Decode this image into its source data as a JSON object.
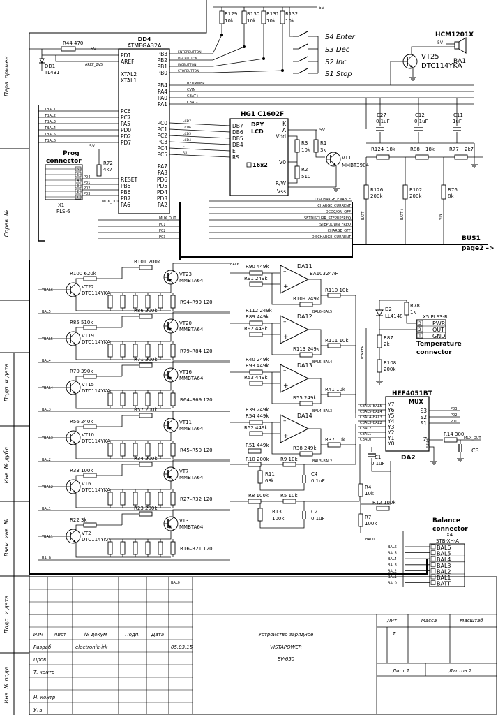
{
  "supply": "5V",
  "mcu": {
    "ref": "DD4",
    "part": "ATMEGA32A",
    "left_pins": [
      "PD1",
      "AREF",
      "XTAL2",
      "XTAL1",
      "PC6",
      "PC7",
      "PA5",
      "PD0",
      "PD2",
      "PD7",
      "RESET",
      "PB5",
      "PB6",
      "PB7",
      "PA6"
    ],
    "right_pins": [
      "PB3",
      "PB2",
      "PB1",
      "PB0",
      "PB4",
      "PA4",
      "PA0",
      "PA1",
      "PC0",
      "PC1",
      "PC2",
      "PC3",
      "PC4",
      "PC5",
      "PA7",
      "PA3",
      "PD6",
      "PD5",
      "PD4",
      "PD3",
      "PA2"
    ]
  },
  "shunt": {
    "resistor": "R44 470",
    "ref": "DD1",
    "part": "TL431",
    "net": "AREF_2V5"
  },
  "buttons": {
    "nets": [
      "ENTERBUTTON",
      "DECBUTTON",
      "INCBUTTON",
      "STOPBUTTON"
    ],
    "pullups": [
      "R129",
      "R130",
      "R131",
      "R132"
    ],
    "pullup_value": "10k",
    "labels": [
      "S4  Enter",
      "S3  Dec",
      "S2  Inc",
      "S1  Stop"
    ]
  },
  "buzzer": {
    "ref": "HCM1201X",
    "label": "BA1",
    "transistor": "VT25",
    "part": "DTC114YKA"
  },
  "mcu_right_nets": [
    "BZUMMER",
    "CVIN",
    "CBAT+",
    "CBAT–"
  ],
  "lcd_nets": [
    "LCD7",
    "LCD6",
    "LCD5",
    "LCD4",
    "E",
    "RS"
  ],
  "bal_nets": [
    "TBAL1",
    "TBAL2",
    "TBAL3",
    "TBAL4",
    "TBAL5",
    "TBAL6"
  ],
  "prog": {
    "title_line1": "Prog",
    "title_line2": "connector",
    "pins": [
      "6",
      "5",
      "4",
      "3",
      "2",
      "1"
    ],
    "nets": [
      "P04",
      "P01",
      "P02",
      "P03"
    ],
    "ref": "X1",
    "part": "PLS-6",
    "mux_net": "MUX_OUT",
    "r72": "R72",
    "r72_value": "4k7"
  },
  "lcd": {
    "ref": "HG1",
    "part": "C1602F",
    "dpy": "DPY",
    "lcd": "LCD",
    "size": "16x2",
    "left_pins": [
      "DB7",
      "DB6",
      "DB5",
      "DB4",
      "E",
      "RS"
    ],
    "right_pins": [
      "K",
      "A",
      "Vdd",
      "V0",
      "R/W",
      "Vss"
    ]
  },
  "lcd_bias": {
    "r3": "R3",
    "r3_value": "10k",
    "r1": "R1",
    "r1_value": "3k",
    "r2": "R2",
    "r2_value": "510",
    "vt": "VT1",
    "vt_part": "MMBT3904"
  },
  "caps_top": [
    {
      "ref": "C27",
      "value": "0.1uF"
    },
    {
      "ref": "C12",
      "value": "0.1uF"
    },
    {
      "ref": "C11",
      "value": "1uF"
    }
  ],
  "res_top": [
    {
      "ref": "R124",
      "value": "18k"
    },
    {
      "ref": "R88",
      "value": "18k"
    },
    {
      "ref": "R77",
      "value": "2k7"
    }
  ],
  "res_bottom": [
    {
      "ref": "R126",
      "value": "200k"
    },
    {
      "ref": "R102",
      "value": "200k"
    },
    {
      "ref": "R76",
      "value": "8k"
    }
  ],
  "bat_nets": [
    "BATT–",
    "BATT+",
    "VIN"
  ],
  "control_nets": [
    "DISCHARGE_ENABLE",
    "CHARGE_CURRENT",
    "DCDC/ON_OFF",
    "SETDISCURR_STEPUPFREQ",
    "STEPDOWN_FREQ",
    "CHARGE_OFF",
    "DISCHARGE_CURRENT"
  ],
  "mux_bus": [
    "MUX_OUT",
    "P01",
    "P02",
    "P03"
  ],
  "bus": {
    "label": "BUS1",
    "page": "page2 –>"
  },
  "cells": [
    {
      "vt_npn": "VT22",
      "vt_pnp": "VT23",
      "rb": "R100 620k",
      "rc": "R101 200k",
      "rbank": "R94–R99 120",
      "tbal": "TBAL6",
      "bal": "BAL6",
      "bal_below": "BAL5"
    },
    {
      "vt_npn": "VT19",
      "vt_pnp": "VT20",
      "rb": "R85 510k",
      "rc": "R86 200k",
      "rbank": "R79–R84 120",
      "tbal": "TBAL5",
      "bal": "BAL5",
      "bal_below": "BAL4"
    },
    {
      "vt_npn": "VT15",
      "vt_pnp": "VT16",
      "rb": "R70 390k",
      "rc": "R71 200k",
      "rbank": "R64–R69 120",
      "tbal": "TBAL4",
      "bal": "BAL4",
      "bal_below": "BAL3"
    },
    {
      "vt_npn": "VT10",
      "vt_pnp": "VT11",
      "rb": "R56 240k",
      "rc": "R57 200k",
      "rbank": "R45–R50 120",
      "tbal": "TBAL3",
      "bal": "BAL3",
      "bal_below": "BAL2"
    },
    {
      "vt_npn": "VT6",
      "vt_pnp": "VT7",
      "rb": "R33 100k",
      "rc": "R34 200k",
      "rbank": "R27–R32 120",
      "tbal": "TBAL2",
      "bal": "BAL2",
      "bal_below": "BAL1"
    },
    {
      "vt_npn": "VT2",
      "vt_pnp": "VT3",
      "rb": "R22 3k",
      "rc": "R23 200k",
      "rbank": "R16–R21 120",
      "tbal": "TBAL1",
      "bal": "BAL1",
      "bal_below": "BAL0"
    }
  ],
  "npn_part": "DTC114YKA",
  "pnp_part": "MMBTA64",
  "opamps": [
    {
      "ref": "DA11",
      "part": "BA10324AF",
      "r_in1": "R90 449k",
      "r_in2": "R91 249k",
      "r_fb": "R110 10k",
      "r_gain": "R109 249k",
      "out": "BAL6–BAL5"
    },
    {
      "ref": "DA12",
      "part": "",
      "r_in1": "R89 449k",
      "r_in2": "R92 449k",
      "r_fb": "R111 10k",
      "r_gain": "R113 249k",
      "out": "BAL5–BAL4",
      "r_in3": "R112 249k"
    },
    {
      "ref": "DA13",
      "part": "",
      "r_in1": "R93 449k",
      "r_in2": "R53 449k",
      "r_fb": "R41 10k",
      "r_gain": "R55 249k",
      "out": "BAL4–BAL3",
      "r_in3": "R40 249k"
    },
    {
      "ref": "DA14",
      "part": "",
      "r_in1": "R54 449k",
      "r_in2": "R52 449k",
      "r_fb": "R37 10k",
      "r_gain": "R38 249k",
      "out": "BAL3–BAL2",
      "r_in3": "R39 249k"
    }
  ],
  "low_cells": {
    "r51": "R51 449k",
    "r10": "R10 200k",
    "r9": "R9 10k",
    "r11": "R11",
    "r11_value": "68k",
    "c4": "C4",
    "c4_value": "0.1uF",
    "r8": "R8 100k",
    "r5": "R5 10k",
    "r13": "R13",
    "r13_value": "100k",
    "c2": "C2",
    "c2_value": "0.1uF"
  },
  "temp": {
    "d2": "D2",
    "d2_part": "LL4148",
    "r78": "R78",
    "r78_value": "1k",
    "x5": "X5",
    "x5_part": "PLS3-R",
    "pins": [
      "3",
      "2",
      "1"
    ],
    "pin_names": [
      "PWR",
      "OUT",
      "GND"
    ],
    "title1": "Temperature",
    "title2": "connector",
    "r87": "R87",
    "r87_value": "2k",
    "r108": "R108",
    "r108_value": "200k",
    "net": "TEMPER"
  },
  "mux": {
    "ref": "HEF4051BT",
    "title": "MUX",
    "da": "DA2",
    "in_pins": [
      "Y7",
      "Y6",
      "Y5",
      "Y4",
      "Y3",
      "Y2",
      "Y1",
      "Y0"
    ],
    "in_nets": [
      "CBAL6–BAL5",
      "CBAL5–BAL4",
      "CBAL4–BAL3",
      "CBAL3–BAL2",
      "CBAL2",
      "CBAL1",
      "CBAL0"
    ],
    "sel_pins": [
      "S3",
      "S2",
      "S1"
    ],
    "sel_nets": [
      "P03",
      "P02",
      "P01"
    ],
    "out_pin": "Z",
    "e_pin": "E/INH",
    "out_net": "MUX_OUT",
    "r14": "R14 300",
    "c3": "C3"
  },
  "cbal": {
    "c1": "C1",
    "c1_value": "0.1uF",
    "r4": "R4",
    "r4_value": "10k",
    "r12": "R12 100k",
    "r7": "R7",
    "r7_value": "100k",
    "bal0": "BAL0"
  },
  "balance": {
    "title1": "Balance",
    "title2": "connector",
    "ref": "X4",
    "part": "STB-XH-A",
    "pins": [
      "BAL6",
      "BAL5",
      "BAL4",
      "BAL3",
      "BAL2",
      "BAL1",
      "BATT–"
    ],
    "nets": [
      "BAL6",
      "BAL5",
      "BAL4",
      "BAL3",
      "BAL2",
      "BAL1",
      "BAL0"
    ]
  },
  "side_labels": [
    "Перв. примен.",
    "Справ. №",
    "Подп. и дата",
    "Инв. № дубл.",
    "Взам. инв. №",
    "Подп. и дата",
    "Инв. № подл."
  ],
  "title_block": {
    "cols": [
      "Изм",
      "Лист",
      "№ докум",
      "Подп.",
      "Дата"
    ],
    "rows": [
      "Разраб",
      "Пров.",
      "Т. контр",
      "",
      "Н. контр",
      "Утв"
    ],
    "author": "electronik-irk",
    "date": "05.03.15",
    "name1": "Устройство зарядное",
    "name2": "VISTAPOWER",
    "name3": "EV-650",
    "lit": "Лит",
    "mass": "Масса",
    "scale": "Масштаб",
    "lit_val": "Т",
    "sheet": "Лист 1",
    "sheets": "Листов 2"
  }
}
